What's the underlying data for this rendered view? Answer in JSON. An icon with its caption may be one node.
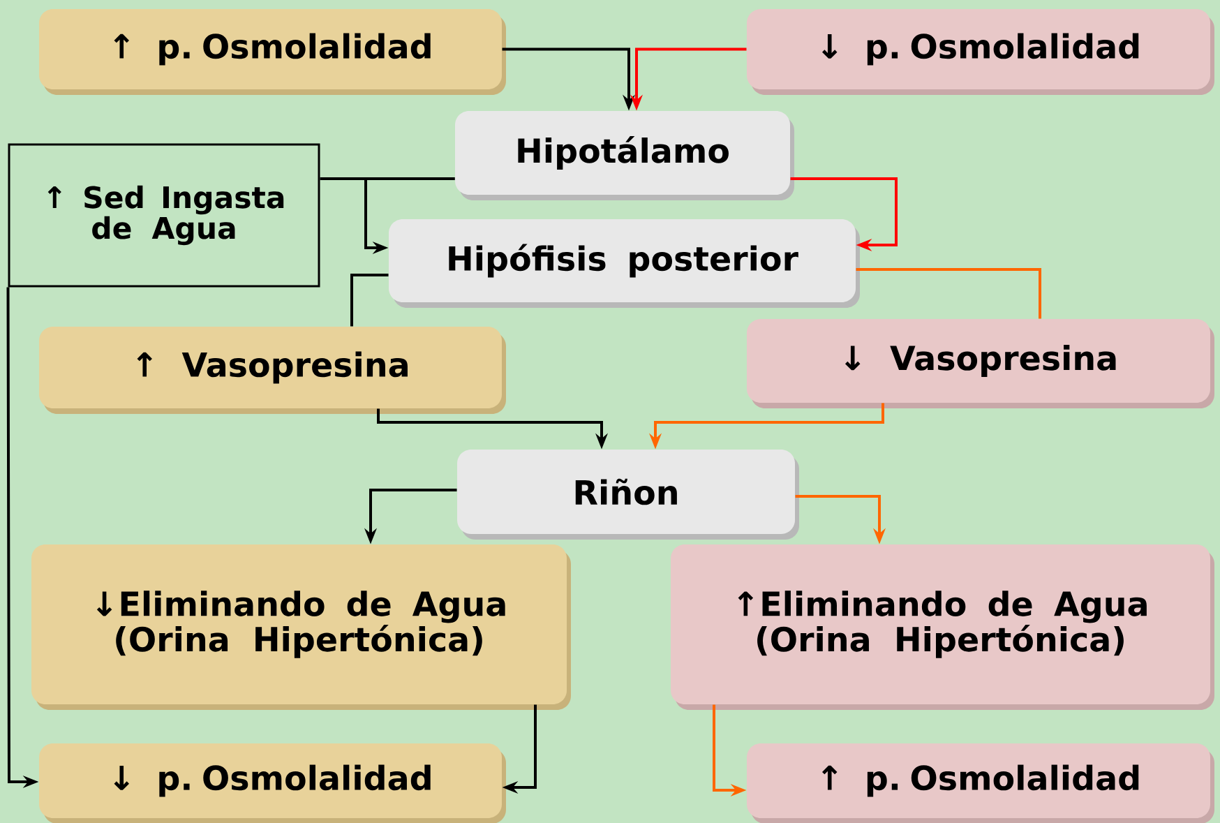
{
  "diagram": {
    "nodes": [
      {
        "text": [
          "↑ p. Osmolalidad"
        ]
      },
      {
        "text": [
          "↓ p. Osmolalidad"
        ]
      },
      {
        "text": [
          "Hipotálamo"
        ]
      },
      {
        "text": [
          "↑ Sed Ingasta de Agua"
        ]
      },
      {
        "text": [
          "Hipófisis posterior"
        ]
      },
      {
        "text": [
          "↑ Vasopresina"
        ]
      },
      {
        "text": [
          "↓ Vasopresina"
        ]
      },
      {
        "text": [
          "Riñon"
        ]
      },
      {
        "text": [
          "↓Eliminando de Agua (Orina Hipertónica)"
        ]
      },
      {
        "text": [
          "↑Eliminando de Agua (Orina Hipertónica)"
        ]
      },
      {
        "text": [
          "↓ p. Osmolalidad"
        ]
      },
      {
        "text": [
          "↑ p. Osmolalidad"
        ]
      }
    ],
    "edges": [
      {
        "from": 0,
        "to": 2,
        "arrow": "to"
      },
      {
        "from": 1,
        "to": 2,
        "arrow": "to",
        "color": "#ff0000"
      },
      {
        "from": 2,
        "to": 3,
        "arrow": "none"
      },
      {
        "from": 2,
        "to": 4,
        "arrow": "to"
      },
      {
        "from": 2,
        "to": 4,
        "arrow": "to",
        "color": "#ff0000"
      },
      {
        "from": 4,
        "to": 5,
        "arrow": "none"
      },
      {
        "from": 4,
        "to": 6,
        "arrow": "none",
        "color": "#ff6600"
      },
      {
        "from": 5,
        "to": 7,
        "arrow": "to"
      },
      {
        "from": 6,
        "to": 7,
        "arrow": "to",
        "color": "#ff6600"
      },
      {
        "from": 7,
        "to": 8,
        "arrow": "to"
      },
      {
        "from": 7,
        "to": 9,
        "arrow": "to",
        "color": "#ff6600"
      },
      {
        "from": 8,
        "to": 10,
        "arrow": "to"
      },
      {
        "from": 9,
        "to": 11,
        "arrow": "to",
        "color": "#ff6600"
      },
      {
        "from": 3,
        "to": 10,
        "arrow": "to"
      }
    ]
  }
}
